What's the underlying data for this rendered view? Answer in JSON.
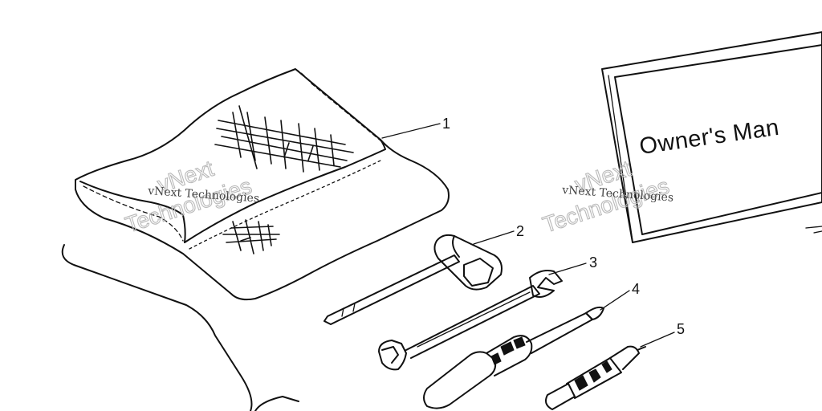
{
  "callouts": {
    "item_1": "1",
    "item_2": "2",
    "item_3": "3",
    "item_4": "4",
    "item_5": "5"
  },
  "manual": {
    "title": "Owner's Man"
  },
  "watermarks": {
    "small_left": "vNext Technologies",
    "big_left": "Technologies",
    "big_left_top": "vNext",
    "small_right": "vNext Technologies",
    "big_right": "Technologies",
    "big_right_top": "vNext"
  }
}
